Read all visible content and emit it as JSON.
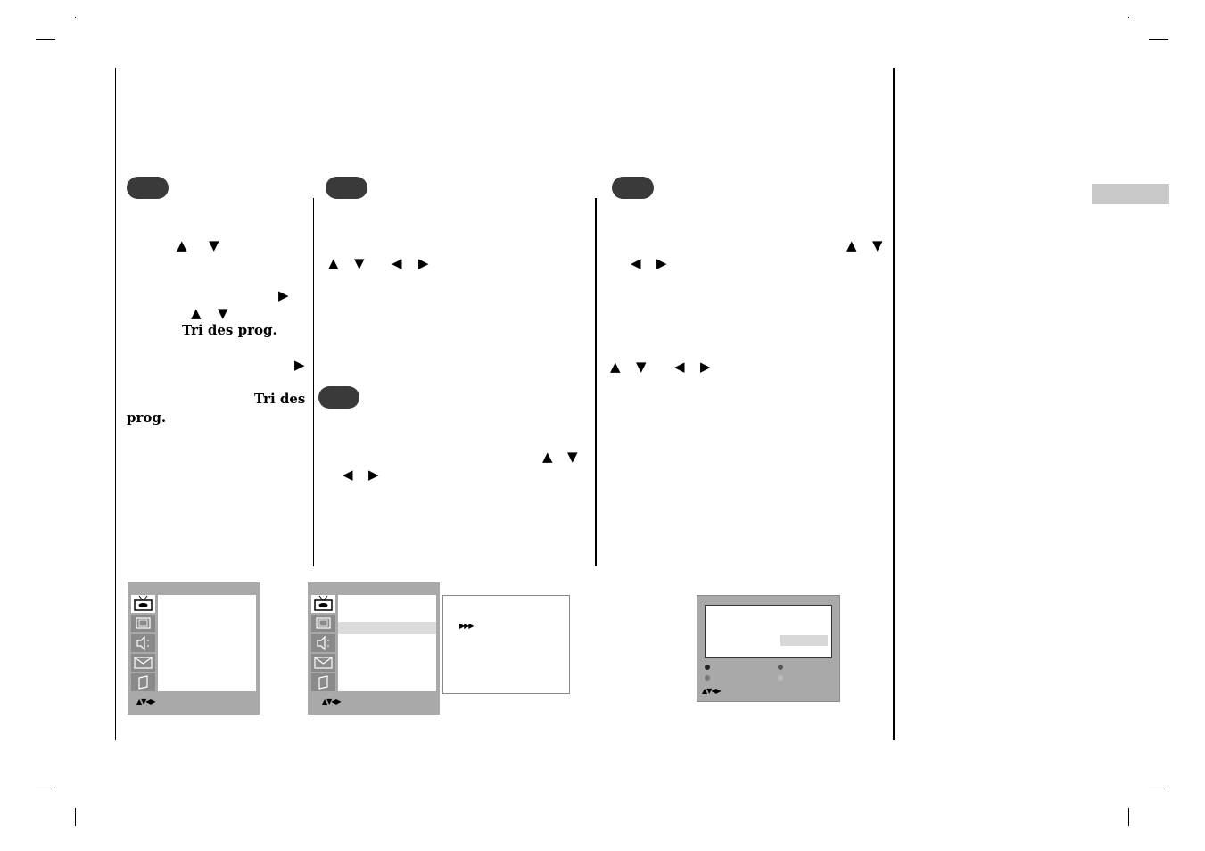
{
  "col1": {
    "step_badge": "",
    "arrows_line1": [
      "▲",
      "▼"
    ],
    "arrow_right_1": "▶",
    "arrows_line2": [
      "▲",
      "▼"
    ],
    "bold_tri_des_prog": "Tri des prog.",
    "arrow_right_2": "▶",
    "bold_tri_des": "Tri des",
    "bold_prog": "prog."
  },
  "col2": {
    "step_badge_top": "",
    "arrows_line1": [
      "▲",
      "▼",
      "◀",
      "▶"
    ],
    "step_badge_bottom": "",
    "arrows_line2": [
      "▲",
      "▼"
    ],
    "arrows_line3": [
      "◀",
      "▶"
    ]
  },
  "col3": {
    "step_badge": "",
    "arrows_line1": [
      "▲",
      "▼"
    ],
    "arrows_line2": [
      "◀",
      "▶"
    ],
    "arrows_line3": [
      "▲",
      "▼",
      "◀",
      "▶"
    ]
  },
  "side_tab": {
    "label": ""
  },
  "osd1": {
    "nav_hint": "▲▼◀▶"
  },
  "osd2": {
    "nav_hint": "▲▼◀▶",
    "submenu_marker": "▶▶▶"
  },
  "osd3": {
    "nav_hint": "▲▼◀▶"
  },
  "colors": {
    "osd_bg": "#a9a9a9",
    "badge": "#3a3a3a",
    "side_tab": "#c8c8c8"
  }
}
